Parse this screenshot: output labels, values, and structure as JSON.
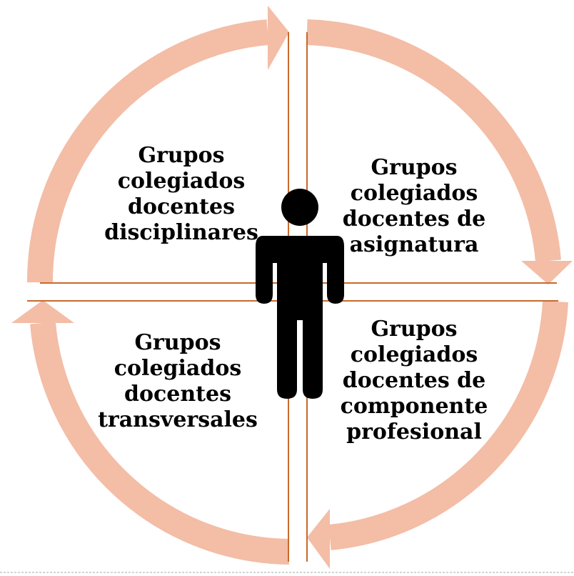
{
  "colors": {
    "arrow": "#f3bda6",
    "divider": "#c8692c",
    "frame_line": "#a9a9a9",
    "person": "#000000"
  },
  "icons": {
    "center": "person-icon"
  },
  "quadrants": {
    "top_left": {
      "lines": [
        "Grupos",
        "colegiados",
        "docentes",
        "disciplinares"
      ]
    },
    "top_right": {
      "lines": [
        "Grupos",
        "colegiados",
        "docentes de",
        "asignatura"
      ]
    },
    "bottom_left": {
      "lines": [
        "Grupos",
        "colegiados",
        "docentes",
        "transversales"
      ]
    },
    "bottom_right": {
      "lines": [
        "Grupos",
        "colegiados",
        "docentes de",
        "componente",
        "profesional"
      ]
    }
  }
}
